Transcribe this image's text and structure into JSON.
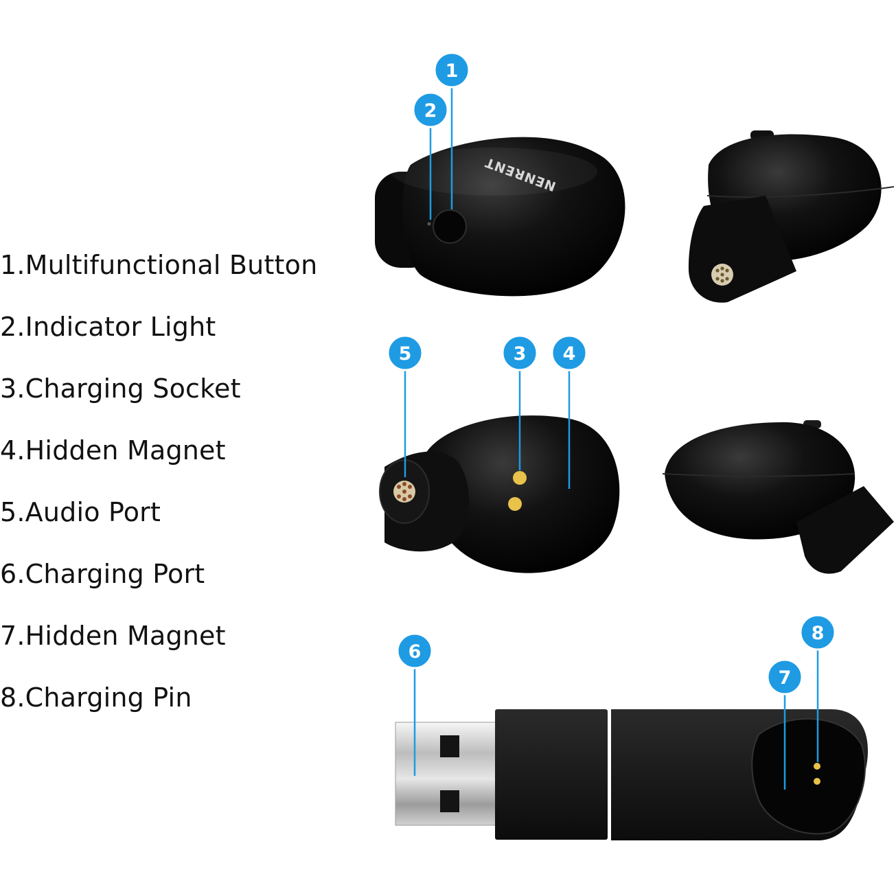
{
  "legend": {
    "items": [
      {
        "text": "1.Multifunctional Button"
      },
      {
        "text": "2.Indicator Light"
      },
      {
        "text": "3.Charging Socket"
      },
      {
        "text": "4.Hidden Magnet"
      },
      {
        "text": "5.Audio Port"
      },
      {
        "text": "6.Charging Port"
      },
      {
        "text": "7.Hidden Magnet"
      },
      {
        "text": "8.Charging Pin"
      }
    ]
  },
  "callouts": {
    "c1": "1",
    "c2": "2",
    "c3": "3",
    "c4": "4",
    "c5": "5",
    "c6": "6",
    "c7": "7",
    "c8": "8"
  },
  "brand": {
    "text": "NENRENT"
  },
  "colors": {
    "callout_blue": "#1e9be3",
    "earbud_black": "#0b0b0b",
    "contact_gold": "#e8c24a"
  }
}
